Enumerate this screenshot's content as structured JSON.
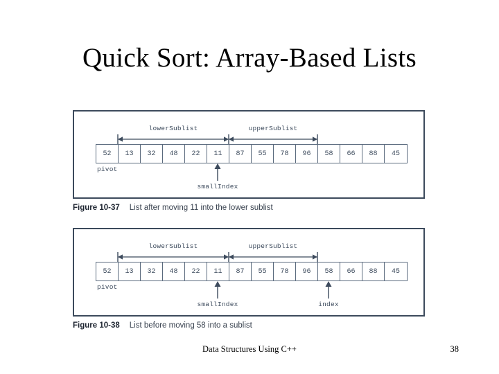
{
  "slide": {
    "title": "Quick Sort: Array-Based Lists",
    "accent_color": "#3c4a5c",
    "border_color": "#3c4a5c",
    "cell_border_color": "#5a6a7d"
  },
  "figures": [
    {
      "id": "10-37",
      "array": [
        "52",
        "13",
        "32",
        "48",
        "22",
        "11",
        "87",
        "55",
        "78",
        "96",
        "58",
        "66",
        "88",
        "45"
      ],
      "lower_sublist_label": "lowerSublist",
      "upper_sublist_label": "upperSublist",
      "lower_sublist_range": [
        1,
        5
      ],
      "upper_sublist_range": [
        6,
        9
      ],
      "pivot_label": "pivot",
      "pivot_index": 0,
      "pointers": [
        {
          "label": "smallIndex",
          "index": 5
        }
      ],
      "caption_number": "Figure 10-37",
      "caption_text": "List after moving 11 into the lower sublist"
    },
    {
      "id": "10-38",
      "array": [
        "52",
        "13",
        "32",
        "48",
        "22",
        "11",
        "87",
        "55",
        "78",
        "96",
        "58",
        "66",
        "88",
        "45"
      ],
      "lower_sublist_label": "lowerSublist",
      "upper_sublist_label": "upperSublist",
      "lower_sublist_range": [
        1,
        5
      ],
      "upper_sublist_range": [
        6,
        9
      ],
      "pivot_label": "pivot",
      "pivot_index": 0,
      "pointers": [
        {
          "label": "smallIndex",
          "index": 5
        },
        {
          "label": "index",
          "index": 10
        }
      ],
      "caption_number": "Figure 10-38",
      "caption_text": "List before moving 58 into a sublist"
    }
  ],
  "footer": {
    "text": "Data Structures Using C++",
    "page_number": "38"
  }
}
